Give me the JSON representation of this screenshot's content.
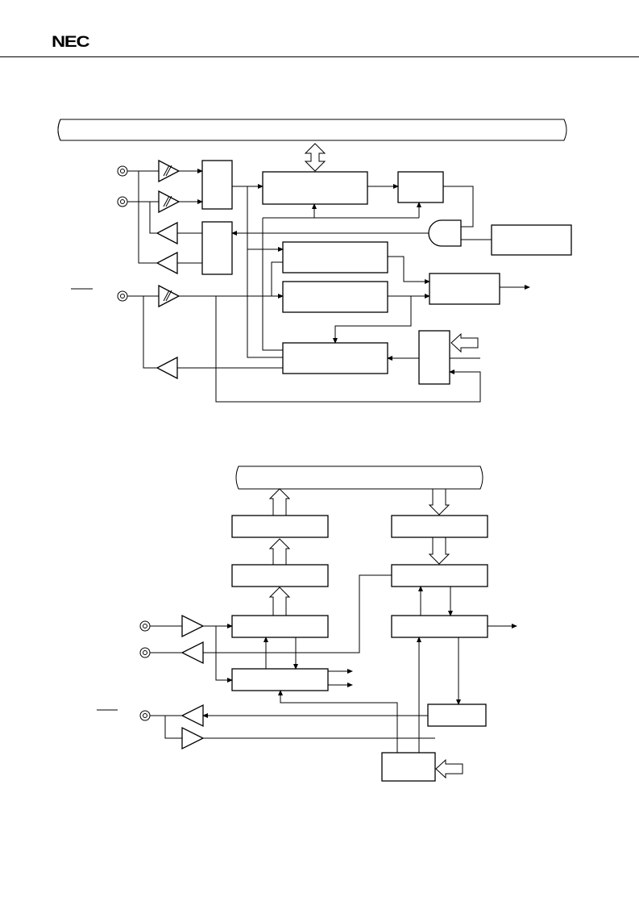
{
  "header": {
    "brand_logo": "NEC"
  },
  "diagram_1": {
    "label_marks": [
      "overline-pin-label"
    ]
  },
  "diagram_2": {
    "label_marks": [
      "overline-pin-label"
    ]
  }
}
